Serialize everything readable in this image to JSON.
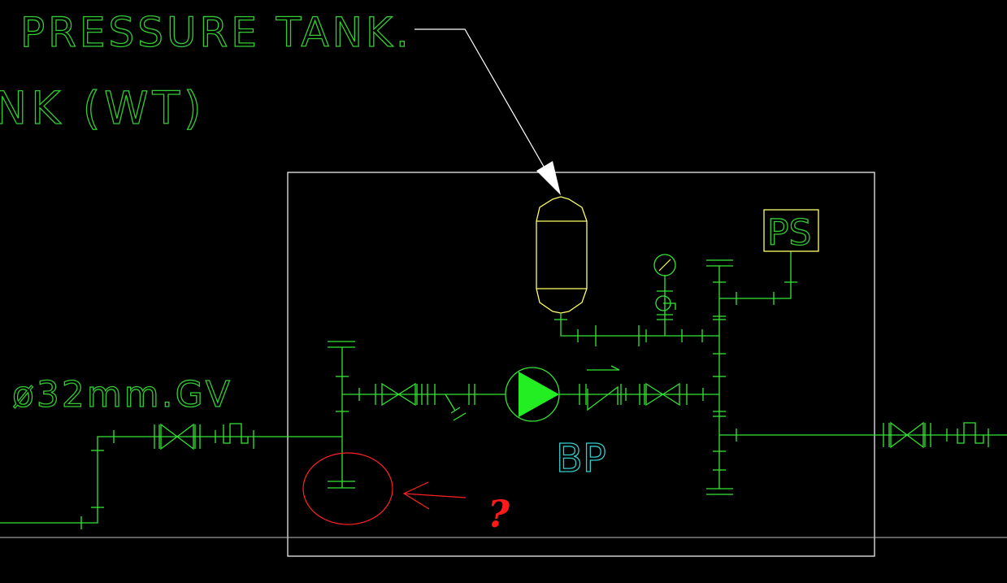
{
  "labels": {
    "pressure_tank": "PRESSURE TANK.",
    "tank_wt": "NK (WT)",
    "gate_valve": "ø32mm.GV",
    "booster_pump": "BP",
    "pressure_switch": "PS",
    "question_mark": "?"
  },
  "colors": {
    "background": "#000000",
    "pipe": "#33e633",
    "text": "#33cc33",
    "tank": "#ffff66",
    "frame": "#ffffff",
    "annotation": "#ff2222",
    "pump_label": "#33cccc"
  }
}
